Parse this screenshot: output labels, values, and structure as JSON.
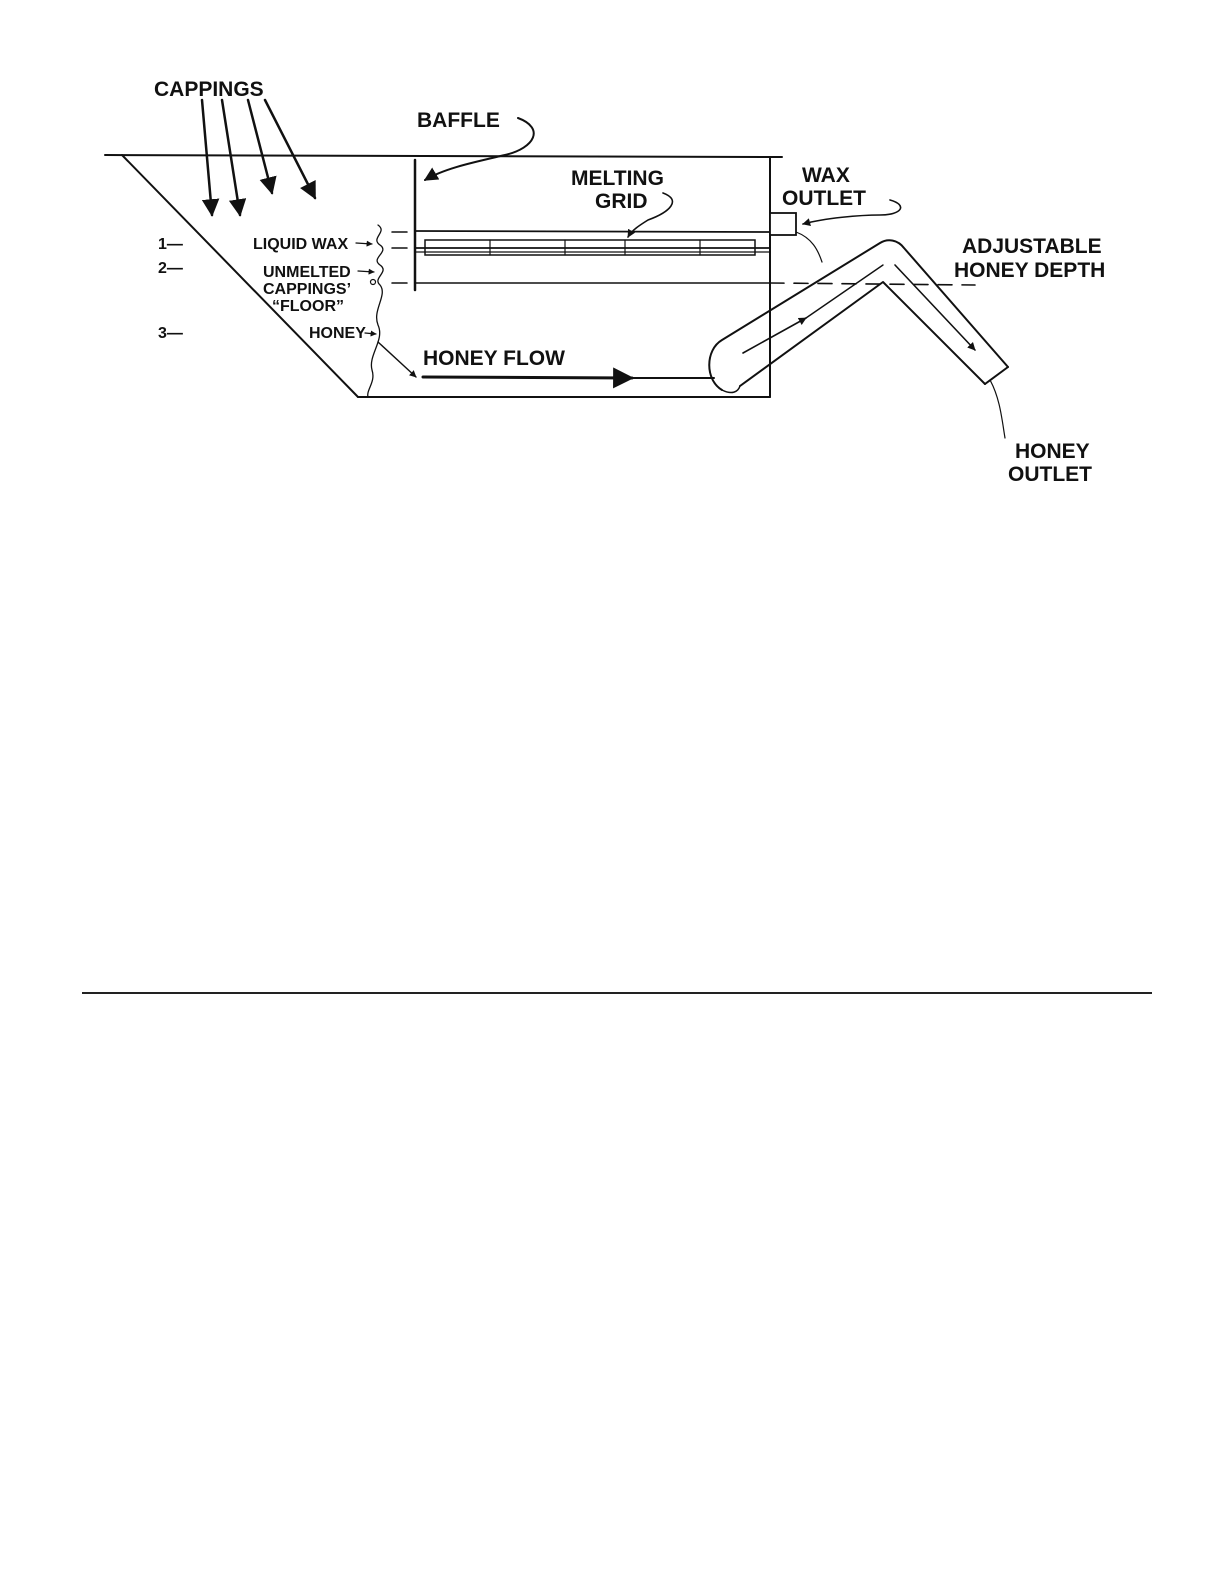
{
  "labels": {
    "cappings": "CAPPINGS",
    "baffle": "BAFFLE",
    "melting_grid_1": "MELTING",
    "melting_grid_2": "GRID",
    "wax_outlet_1": "WAX",
    "wax_outlet_2": "OUTLET",
    "adjustable_1": "ADJUSTABLE",
    "adjustable_2": "HONEY DEPTH",
    "liquid_wax": "LIQUID WAX",
    "unmelted_1": "UNMELTED",
    "unmelted_2": "CAPPINGS’",
    "unmelted_3": "“FLOOR”",
    "honey": "HONEY",
    "honey_flow": "HONEY FLOW",
    "honey_outlet_1": "HONEY",
    "honey_outlet_2": "OUTLET",
    "level_1": "1—",
    "level_2": "2—",
    "level_3": "3—"
  },
  "colors": {
    "ink": "#111111",
    "background": "#ffffff"
  }
}
